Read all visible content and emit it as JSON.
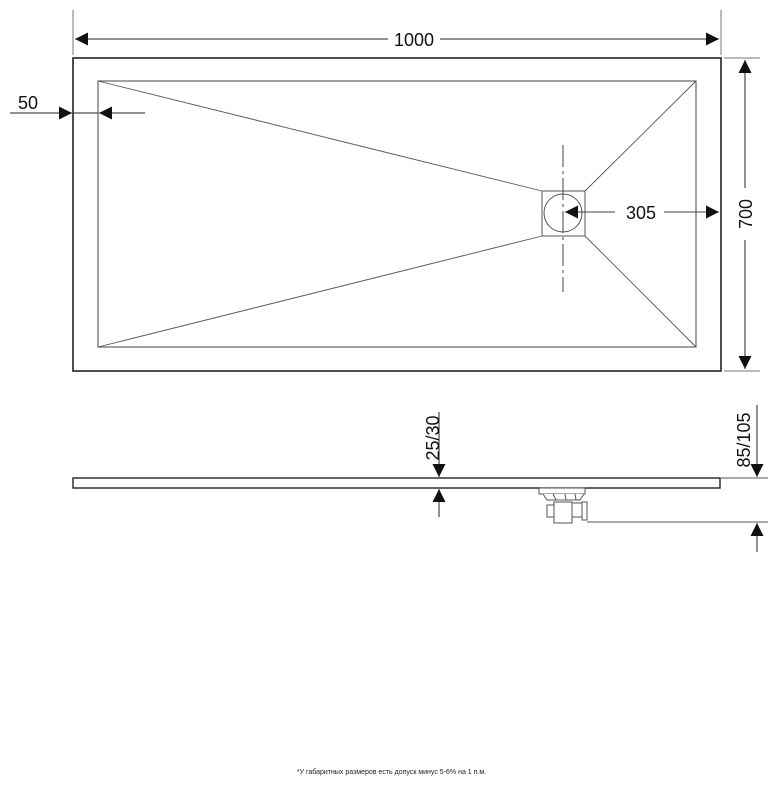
{
  "drawing": {
    "type": "shower tray technical drawing",
    "top_view": {
      "width_label": "1000",
      "height_label": "700",
      "border_label": "50",
      "drain_offset_label": "305"
    },
    "side_view": {
      "thickness_label": "25/30",
      "total_height_label": "85/105"
    },
    "footnote": "*У габаритных размеров есть допуск минус  5-6% на 1 п.м."
  }
}
